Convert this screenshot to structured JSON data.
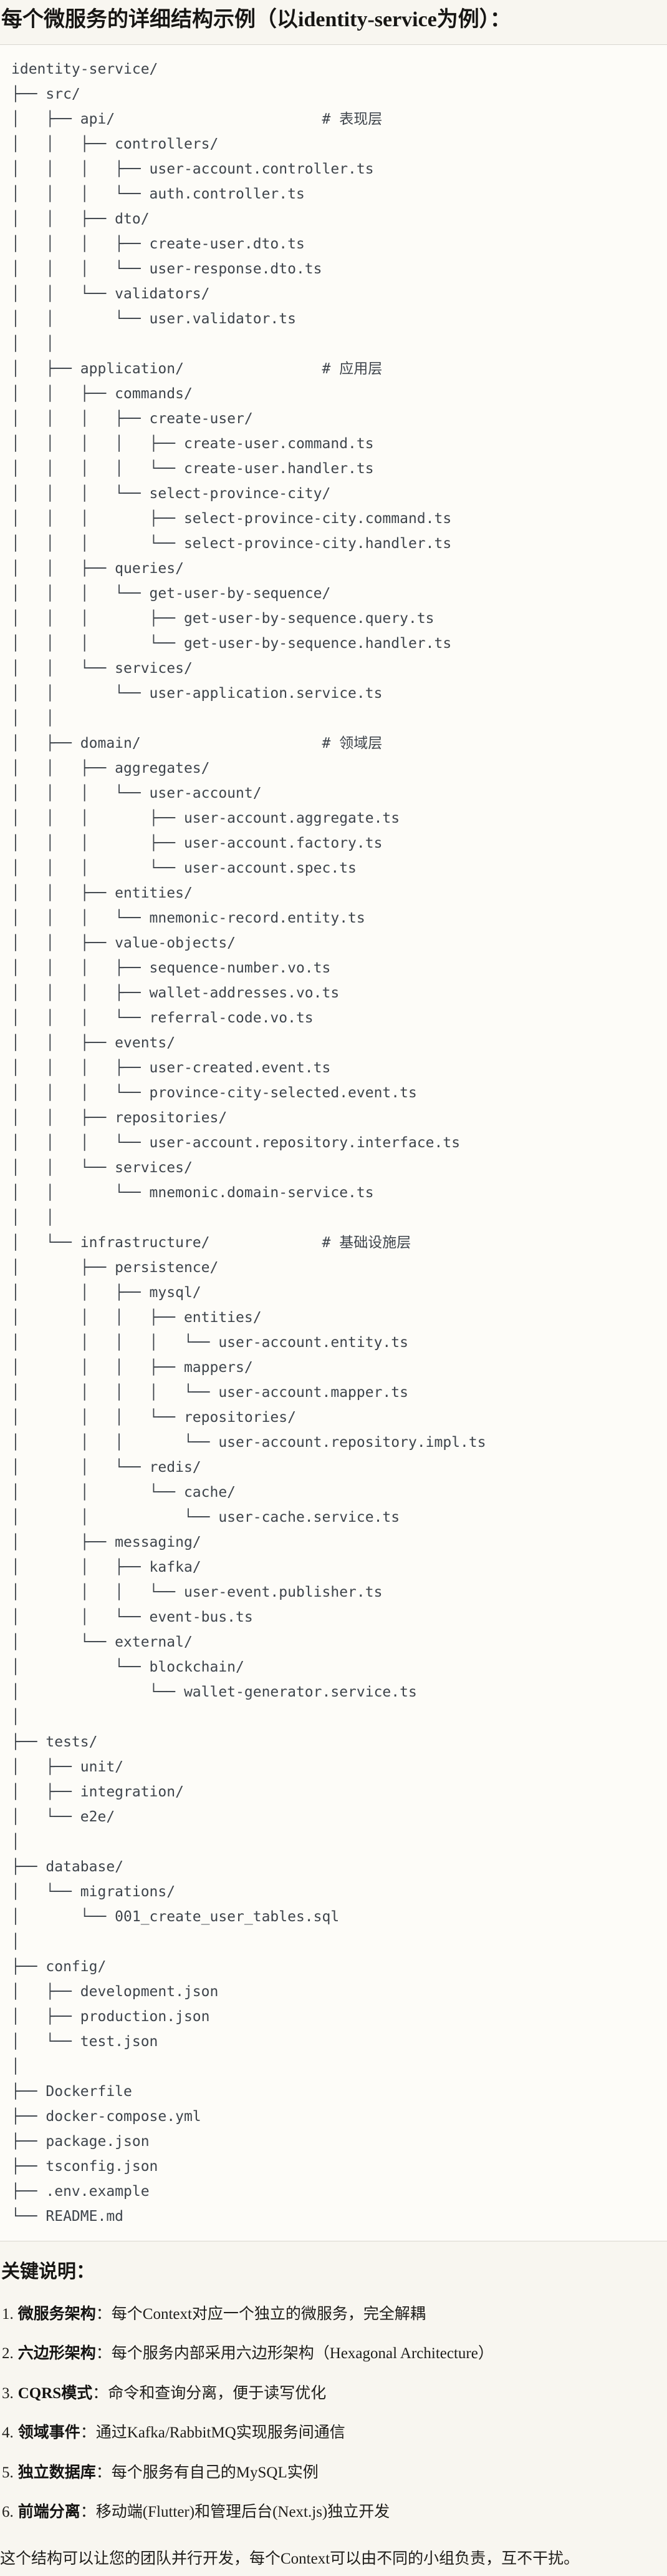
{
  "title": "每个微服务的详细结构示例（以identity-service为例）：",
  "tree": {
    "text": "identity-service/\n├── src/\n│   ├── api/                        # 表现层\n│   │   ├── controllers/\n│   │   │   ├── user-account.controller.ts\n│   │   │   └── auth.controller.ts\n│   │   ├── dto/\n│   │   │   ├── create-user.dto.ts\n│   │   │   └── user-response.dto.ts\n│   │   └── validators/\n│   │       └── user.validator.ts\n│   │\n│   ├── application/                # 应用层\n│   │   ├── commands/\n│   │   │   ├── create-user/\n│   │   │   │   ├── create-user.command.ts\n│   │   │   │   └── create-user.handler.ts\n│   │   │   └── select-province-city/\n│   │   │       ├── select-province-city.command.ts\n│   │   │       └── select-province-city.handler.ts\n│   │   ├── queries/\n│   │   │   └── get-user-by-sequence/\n│   │   │       ├── get-user-by-sequence.query.ts\n│   │   │       └── get-user-by-sequence.handler.ts\n│   │   └── services/\n│   │       └── user-application.service.ts\n│   │\n│   ├── domain/                     # 领域层\n│   │   ├── aggregates/\n│   │   │   └── user-account/\n│   │   │       ├── user-account.aggregate.ts\n│   │   │       ├── user-account.factory.ts\n│   │   │       └── user-account.spec.ts\n│   │   ├── entities/\n│   │   │   └── mnemonic-record.entity.ts\n│   │   ├── value-objects/\n│   │   │   ├── sequence-number.vo.ts\n│   │   │   ├── wallet-addresses.vo.ts\n│   │   │   └── referral-code.vo.ts\n│   │   ├── events/\n│   │   │   ├── user-created.event.ts\n│   │   │   └── province-city-selected.event.ts\n│   │   ├── repositories/\n│   │   │   └── user-account.repository.interface.ts\n│   │   └── services/\n│   │       └── mnemonic.domain-service.ts\n│   │\n│   └── infrastructure/             # 基础设施层\n│       ├── persistence/\n│       │   ├── mysql/\n│       │   │   ├── entities/\n│       │   │   │   └── user-account.entity.ts\n│       │   │   ├── mappers/\n│       │   │   │   └── user-account.mapper.ts\n│       │   │   └── repositories/\n│       │   │       └── user-account.repository.impl.ts\n│       │   └── redis/\n│       │       └── cache/\n│       │           └── user-cache.service.ts\n│       ├── messaging/\n│       │   ├── kafka/\n│       │   │   └── user-event.publisher.ts\n│       │   └── event-bus.ts\n│       └── external/\n│           └── blockchain/\n│               └── wallet-generator.service.ts\n│\n├── tests/\n│   ├── unit/\n│   ├── integration/\n│   └── e2e/\n│\n├── database/\n│   └── migrations/\n│       └── 001_create_user_tables.sql\n│\n├── config/\n│   ├── development.json\n│   ├── production.json\n│   └── test.json\n│\n├── Dockerfile\n├── docker-compose.yml\n├── package.json\n├── tsconfig.json\n├── .env.example\n└── README.md"
  },
  "notes_heading": "关键说明：",
  "notes": [
    {
      "num": "1.",
      "term": "微服务架构",
      "desc": "：每个Context对应一个独立的微服务，完全解耦"
    },
    {
      "num": "2.",
      "term": "六边形架构",
      "desc": "：每个服务内部采用六边形架构（Hexagonal Architecture）"
    },
    {
      "num": "3.",
      "term": "CQRS模式",
      "desc": "：命令和查询分离，便于读写优化"
    },
    {
      "num": "4.",
      "term": "领域事件",
      "desc": "：通过Kafka/RabbitMQ实现服务间通信"
    },
    {
      "num": "5.",
      "term": "独立数据库",
      "desc": "：每个服务有自己的MySQL实例"
    },
    {
      "num": "6.",
      "term": "前端分离",
      "desc": "：移动端(Flutter)和管理后台(Next.js)独立开发"
    }
  ],
  "closing": "这个结构可以让您的团队并行开发，每个Context可以由不同的小组负责，互不干扰。"
}
